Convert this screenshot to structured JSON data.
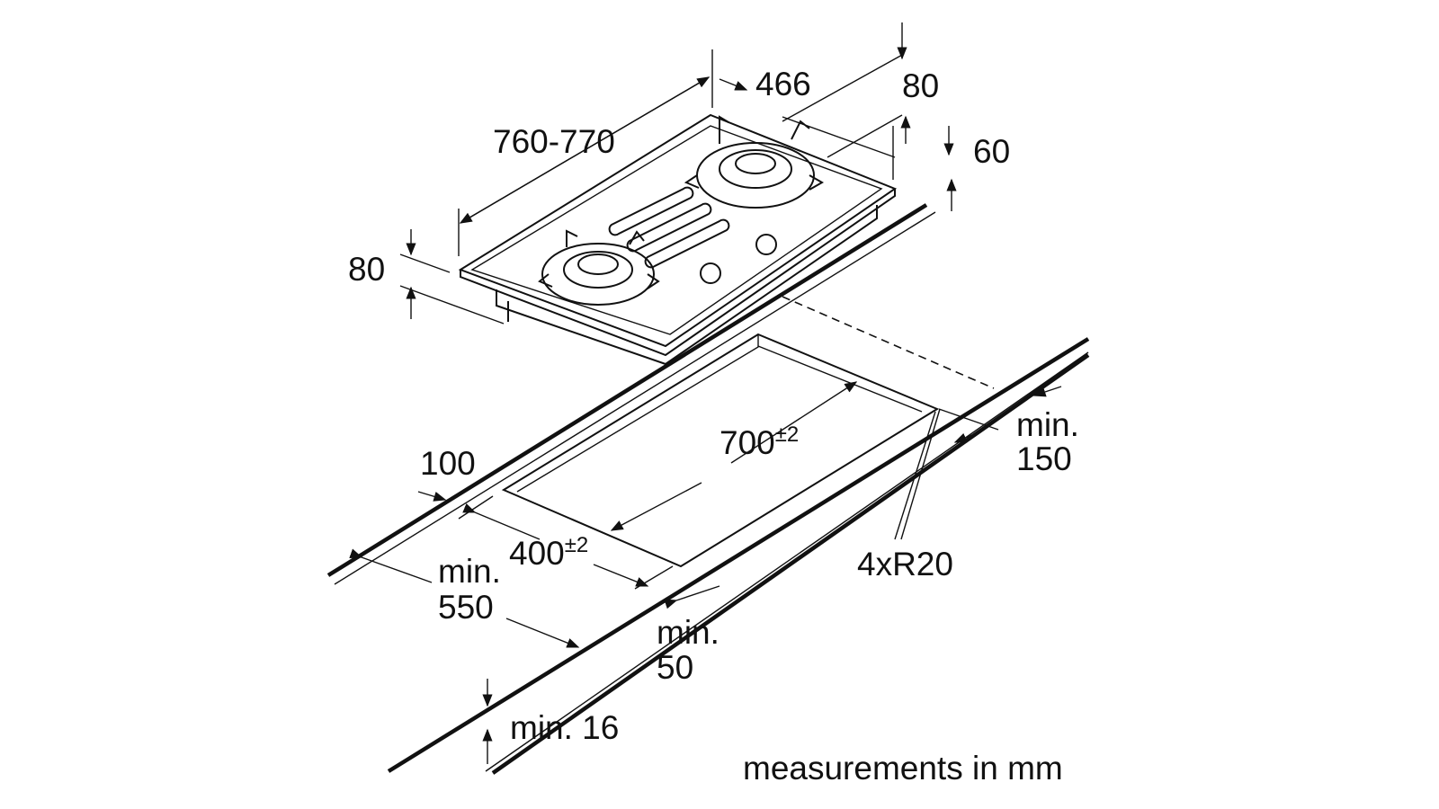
{
  "diagram": {
    "units_note": "measurements in mm",
    "hob_dimensions": {
      "length": "760-770",
      "depth": "466",
      "rear_height": "80",
      "side_height": "60",
      "front_height": "80"
    },
    "cutout": {
      "length_value": "700",
      "length_tolerance": "±2",
      "width_value": "400",
      "width_tolerance": "±2",
      "corner_radius": "4xR20"
    },
    "clearances": {
      "front_edge": "100",
      "right_side_line1": "min.",
      "right_side_line2": "150",
      "depth_line1": "min.",
      "depth_line2": "550",
      "back_line1": "min.",
      "back_line2": "50",
      "worktop_thickness": "min. 16"
    }
  }
}
